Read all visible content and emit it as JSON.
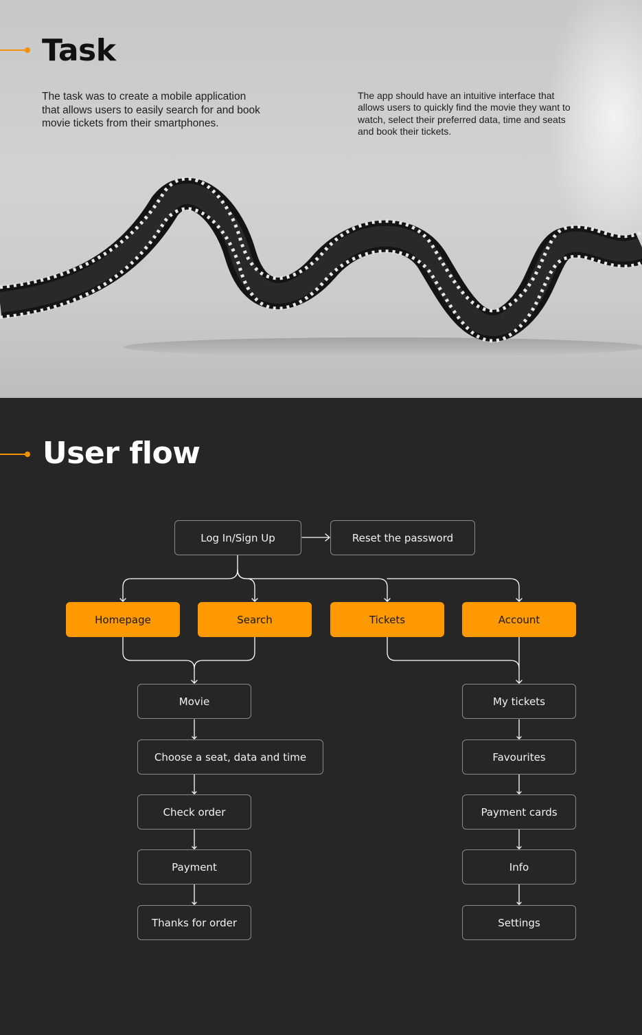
{
  "task": {
    "title": "Task",
    "left_text": "The task was to create a mobile application that allows users to easily search for and book movie tickets from their smartphones.",
    "right_text": "The app should have an intuitive interface that allows users to quickly find the movie they want to watch, select their preferred data, time and seats and book their tickets."
  },
  "user_flow": {
    "title": "User flow",
    "accent_color": "#ff9900",
    "background_color": "#262626",
    "nodes": {
      "login": "Log In/Sign Up",
      "reset": "Reset the password",
      "homepage": "Homepage",
      "search": "Search",
      "tickets": "Tickets",
      "account": "Account",
      "movie": "Movie",
      "choose_seat": "Choose a seat, data and time",
      "check_order": "Check order",
      "payment": "Payment",
      "thanks": "Thanks for order",
      "my_tickets": "My tickets",
      "favourites": "Favourites",
      "payment_cards": "Payment cards",
      "info": "Info",
      "settings": "Settings"
    }
  }
}
